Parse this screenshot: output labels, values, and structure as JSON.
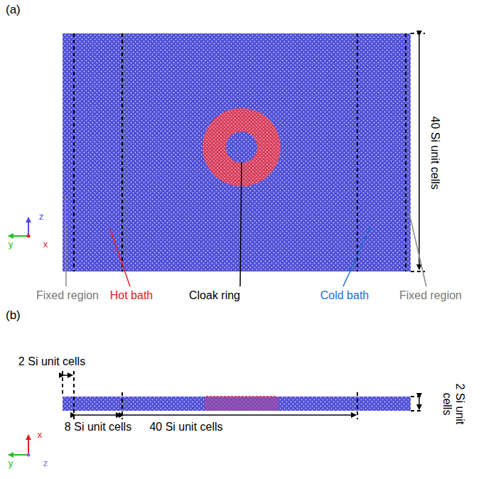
{
  "diagram": {
    "labels": [
      "(a)",
      "40 Si unit cells",
      "Fixed region",
      "Hot bath",
      "Cloak ring",
      "Cold bath",
      "Fixed region",
      "(b)",
      "2 Si unit cells",
      "8 Si unit cells",
      "40 Si unit cells",
      "2 Si unit cells",
      "z",
      "y",
      "x",
      "x",
      "y",
      "z"
    ]
  }
}
